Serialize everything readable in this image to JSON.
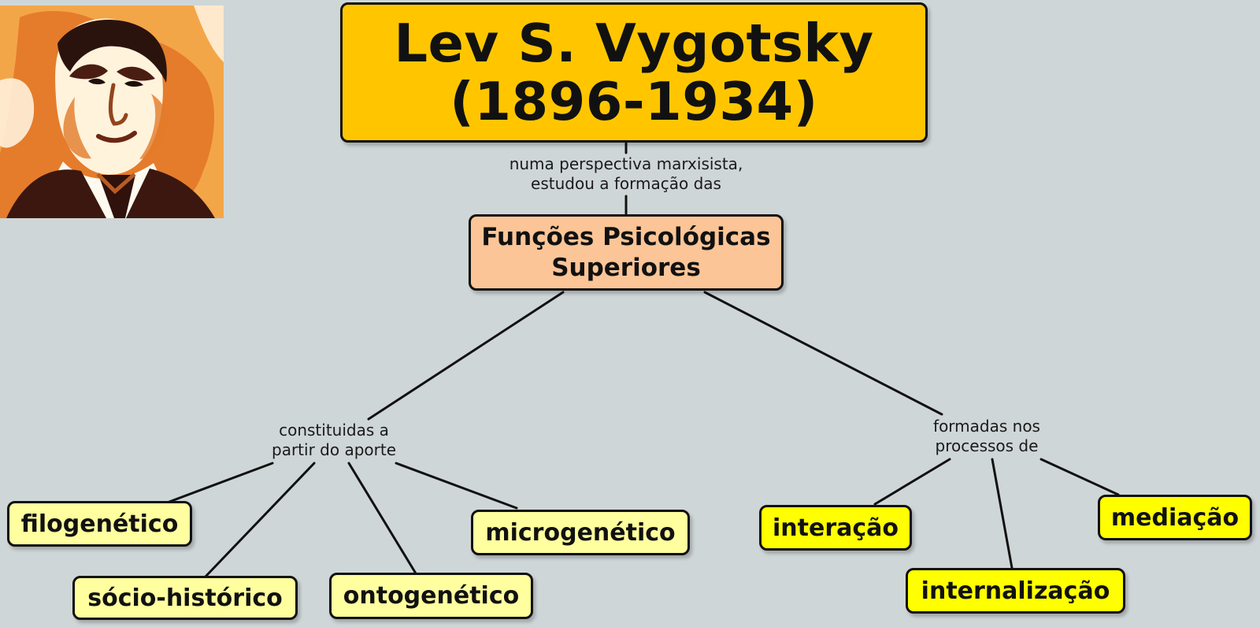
{
  "title": {
    "line1": "Lev S. Vygotsky",
    "line2": "(1896-1934)"
  },
  "links": {
    "title_to_concept": {
      "line1": "numa perspectiva marxisista,",
      "line2": "estudou a formação das"
    },
    "concept_to_origins": {
      "line1": "constituidas a",
      "line2": "partir do aporte"
    },
    "concept_to_processes": {
      "line1": "formadas nos",
      "line2": "processos de"
    }
  },
  "concept": {
    "line1": "Funções Psicológicas",
    "line2": "Superiores"
  },
  "origins": [
    {
      "label": "filogenético"
    },
    {
      "label": "sócio-histórico"
    },
    {
      "label": "ontogenético"
    },
    {
      "label": "microgenético"
    }
  ],
  "processes": [
    {
      "label": "interação"
    },
    {
      "label": "internalização"
    },
    {
      "label": "mediação"
    }
  ],
  "colors": {
    "background": "#cfd6d7",
    "title_fill": "#ffc600",
    "concept_fill": "#fcc597",
    "origin_fill": "#ffff9f",
    "process_fill": "#ffff00",
    "stroke": "#111111",
    "portrait_orange": "#f28a28"
  },
  "portrait": {
    "icon": "portrait-image"
  }
}
